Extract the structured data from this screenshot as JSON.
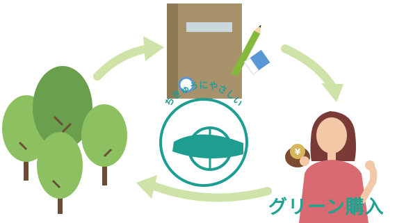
{
  "eco_mark": {
    "text": "ちきゅうにやさしい"
  },
  "caption": {
    "text": "グリーン購入"
  },
  "colors": {
    "arrow": "#cfe3a9",
    "caption": "#1fa38e",
    "eco_mark": "#1e9e91",
    "notebook": "#a8926c",
    "tree_dark": "#6aa04d",
    "tree_light": "#8cc061",
    "trunk": "#6b4d37",
    "pencil": "#84b93c",
    "eraser": "#5a97d6",
    "shirt": "#d96a72",
    "hair": "#7a3b37",
    "skin": "#f2c8a6"
  },
  "icons": [
    "cycle-arrow",
    "tree-icon",
    "notebook-icon",
    "pencil-icon",
    "eraser-icon",
    "eco-mark-icon",
    "woman-icon",
    "coin-purse-icon",
    "yen-icon"
  ]
}
